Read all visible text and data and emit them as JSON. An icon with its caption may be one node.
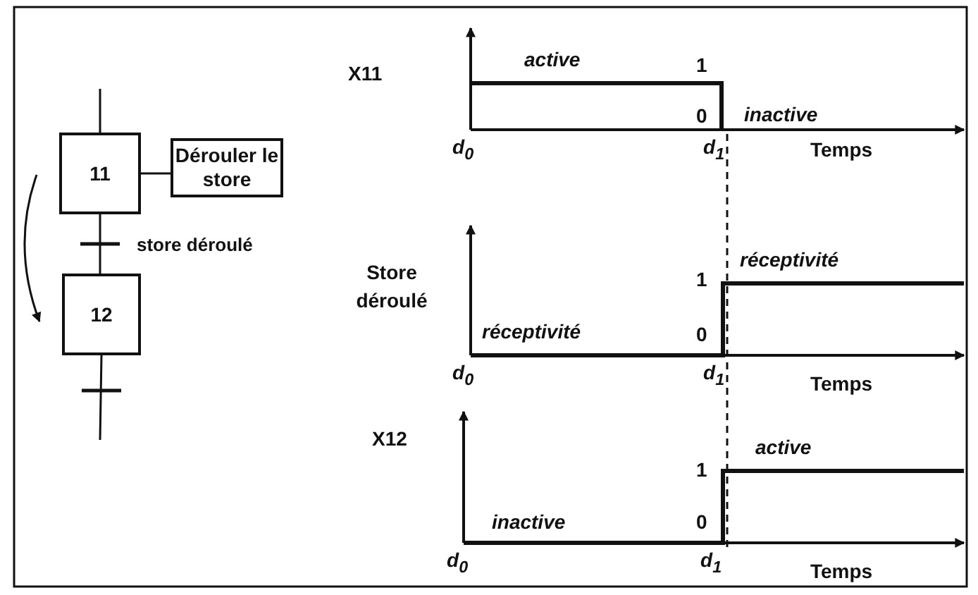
{
  "diagram": {
    "nodes": [
      {
        "text": [
          "11"
        ]
      },
      {
        "text": [
          "Dérouler le store"
        ]
      },
      {
        "text": [
          "12"
        ]
      }
    ],
    "edges": [
      {
        "from": null,
        "to": 0,
        "arrow": "none"
      },
      {
        "from": 0,
        "to": 1,
        "arrow": "none"
      },
      {
        "from": 0,
        "to": 2,
        "arrow": "none",
        "label": "store déroulé"
      },
      {
        "from": 2,
        "to": null,
        "arrow": "none"
      }
    ],
    "labels": [
      "X11",
      "active",
      "1",
      "0",
      "inactive",
      "d$_{0}$",
      "d$_{1}$",
      "Temps",
      "Store déroulé",
      "1",
      "réceptivité",
      "réceptivité",
      "0",
      "d$_{0}$",
      "d$_{1}$",
      "Temps",
      "X12",
      "active",
      "1",
      "inactive",
      "0",
      "d$_{0}$",
      "d$_{1}$",
      "Temps"
    ]
  }
}
